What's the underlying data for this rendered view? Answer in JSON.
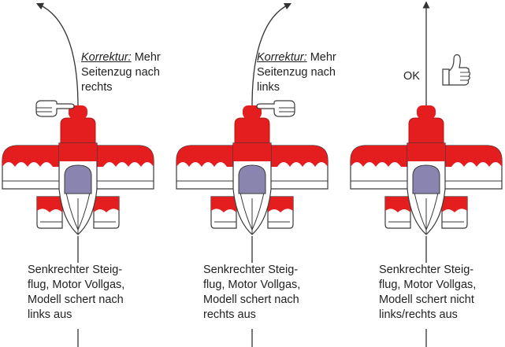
{
  "colors": {
    "red": "#e41e1e",
    "red_dark": "#b81414",
    "window": "#8a84b0",
    "outline": "#3a3a3a",
    "line": "#333333"
  },
  "panels": [
    {
      "correction_keyword": "Korrektur:",
      "correction_text": " Mehr\nSeitenzug nach\nrechts",
      "caption": "Senkrechter Steig-\nflug, Motor Vollgas,\nModell schert nach\nlinks aus",
      "hand_icon": "pointing-hand-right-icon"
    },
    {
      "correction_keyword": "Korrektur:",
      "correction_text": " Mehr\nSeitenzug nach\nlinks",
      "caption": "Senkrechter Steig-\nflug, Motor Vollgas,\nModell schert nach\nrechts aus",
      "hand_icon": "pointing-hand-left-icon"
    },
    {
      "ok_label": "OK",
      "caption": "Senkrechter Steig-\nflug, Motor Vollgas,\nModell schert nicht\nlinks/rechts aus",
      "hand_icon": "thumbs-up-icon"
    }
  ]
}
